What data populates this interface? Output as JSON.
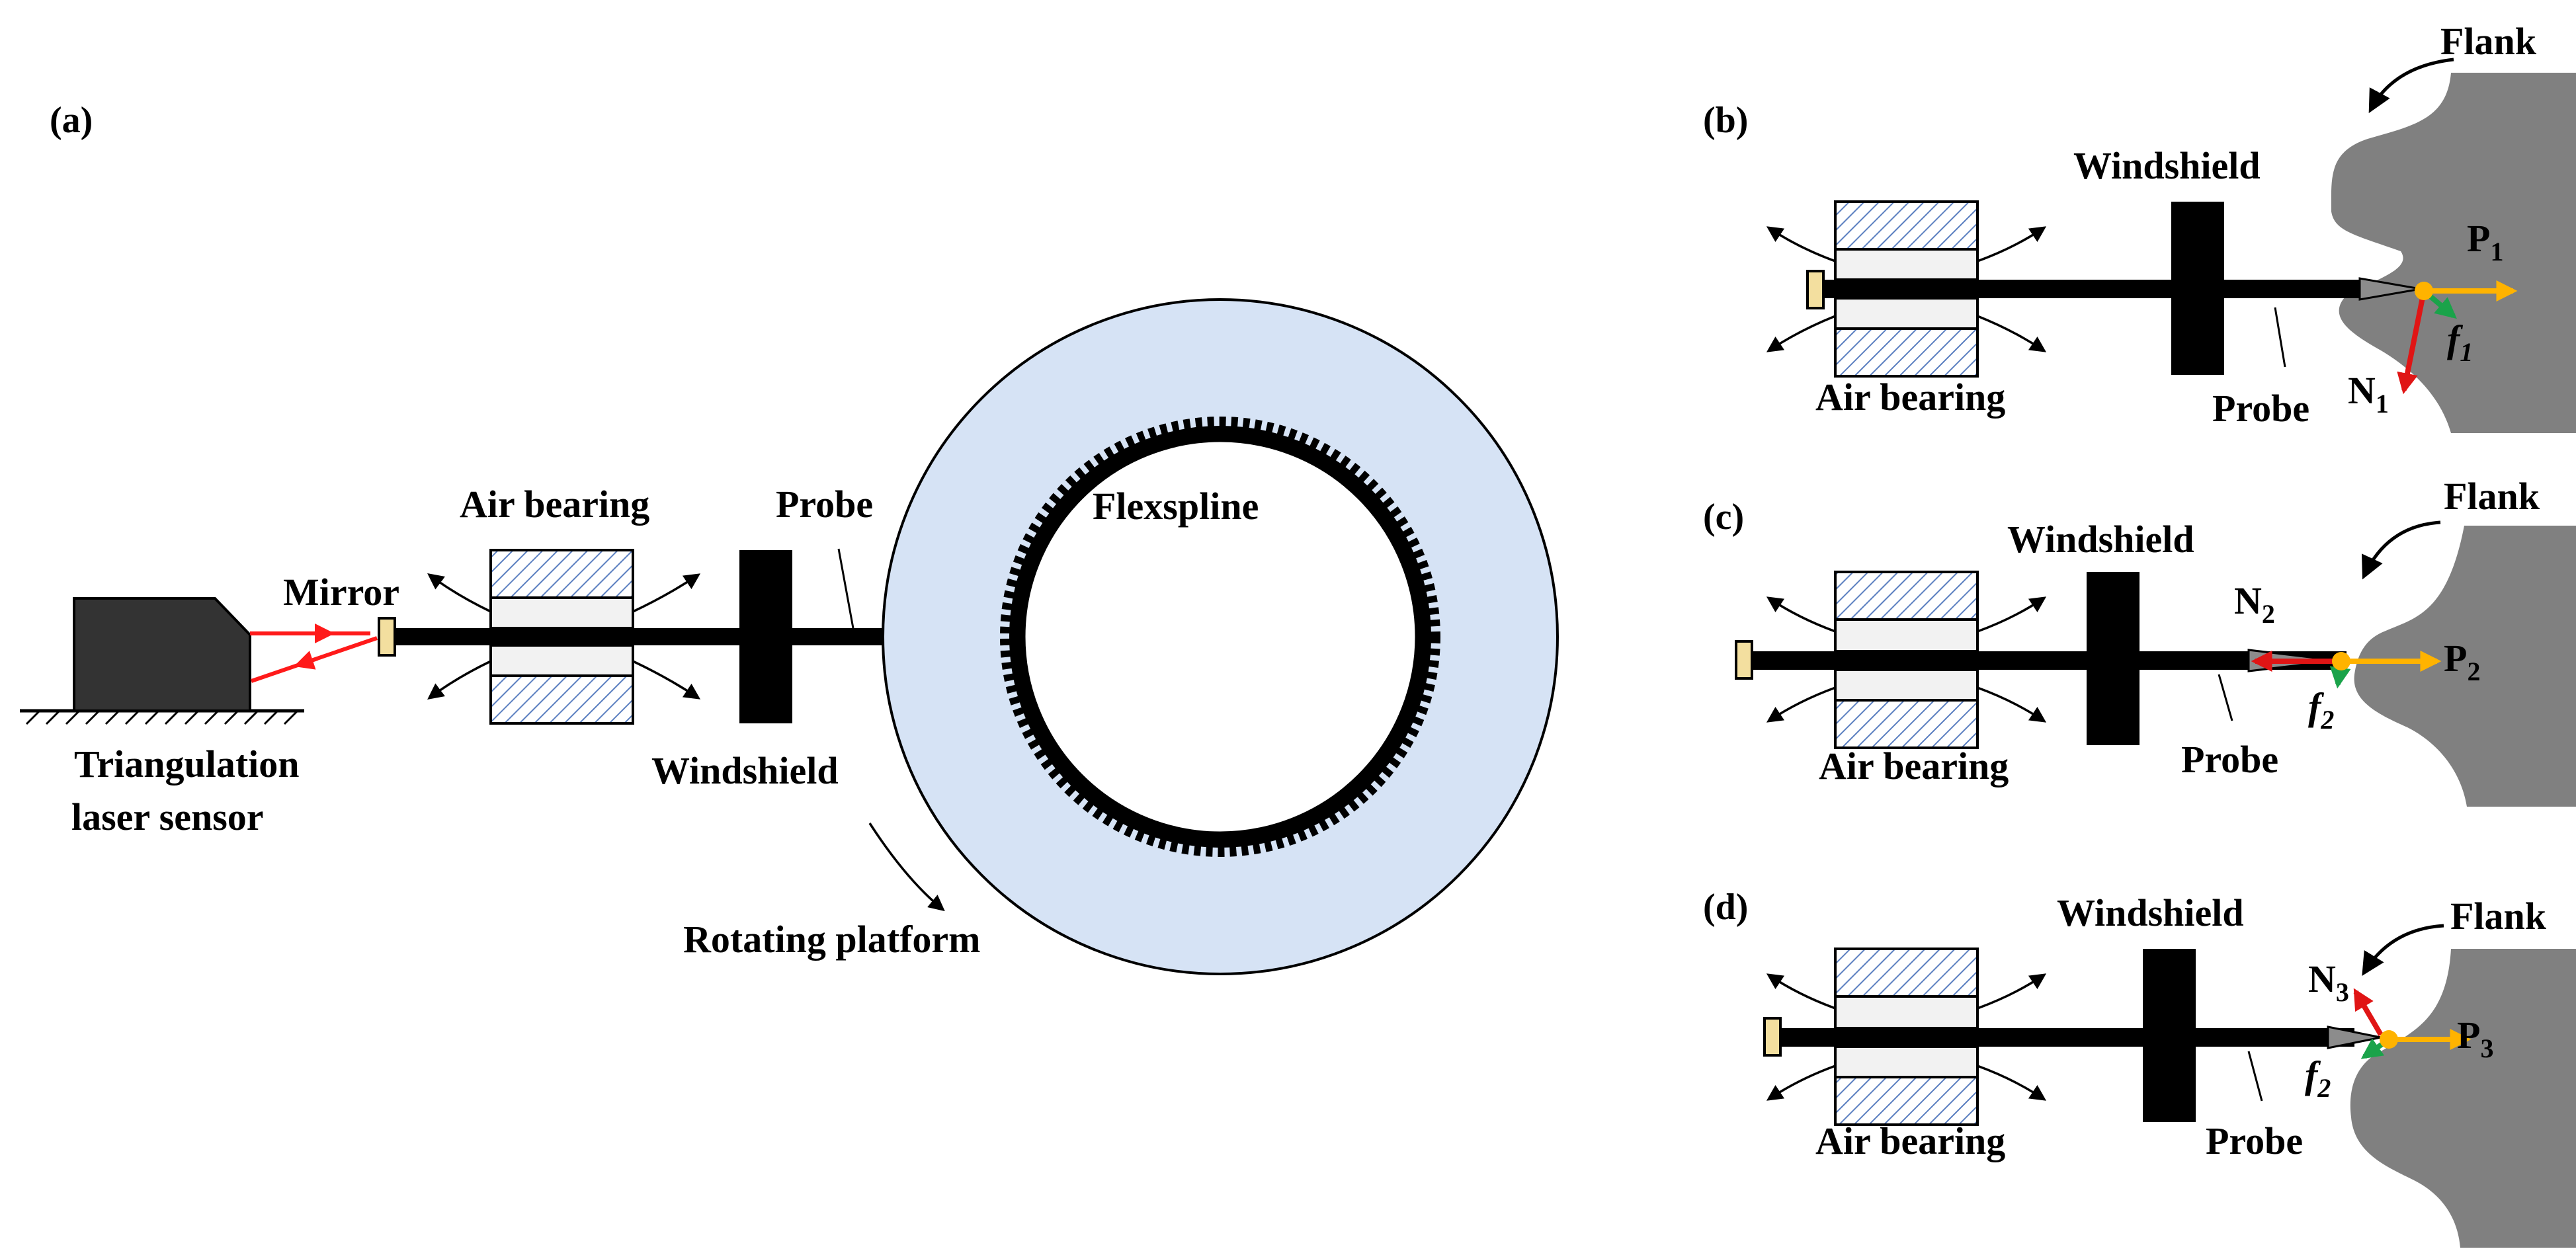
{
  "colors": {
    "hatch": "#5b7fc0",
    "bearing_fill": "#f2f2f2",
    "platform_fill": "#d6e3f5",
    "laser": "#ff1a1a",
    "flank": "#808080",
    "arrow_p": "#ffb300",
    "arrow_f": "#1aa34a",
    "arrow_n": "#e01515",
    "mirror": "#f3df9f"
  },
  "panel_a": {
    "label": "(a)",
    "sensor_label_1": "Triangulation",
    "sensor_label_2": "laser sensor",
    "mirror_label": "Mirror",
    "air_bearing_label": "Air bearing",
    "probe_label": "Probe",
    "windshield_label": "Windshield",
    "flexspline_label": "Flexspline",
    "rotating_platform_label": "Rotating platform"
  },
  "panel_b": {
    "label": "(b)",
    "flank_label": "Flank",
    "windshield_label": "Windshield",
    "air_bearing_label": "Air bearing",
    "probe_label": "Probe",
    "p_label": "P",
    "p_sub": "1",
    "f_label": "f",
    "f_sub": "1",
    "n_label": "N",
    "n_sub": "1"
  },
  "panel_c": {
    "label": "(c)",
    "flank_label": "Flank",
    "windshield_label": "Windshield",
    "air_bearing_label": "Air bearing",
    "probe_label": "Probe",
    "p_label": "P",
    "p_sub": "2",
    "f_label": "f",
    "f_sub": "2",
    "n_label": "N",
    "n_sub": "2"
  },
  "panel_d": {
    "label": "(d)",
    "flank_label": "Flank",
    "windshield_label": "Windshield",
    "air_bearing_label": "Air bearing",
    "probe_label": "Probe",
    "p_label": "P",
    "p_sub": "3",
    "f_label": "f",
    "f_sub": "2",
    "n_label": "N",
    "n_sub": "3"
  }
}
